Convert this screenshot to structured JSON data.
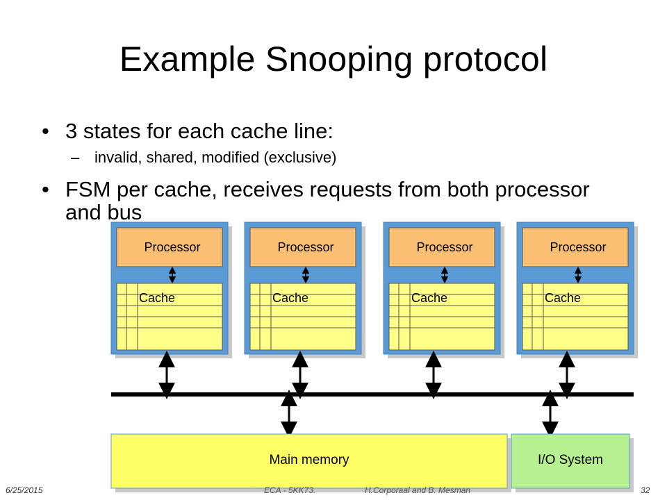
{
  "slide": {
    "title": "Example Snooping protocol",
    "bullets": [
      {
        "text": "3 states for each cache line:",
        "sub": [
          "invalid, shared, modified (exclusive)"
        ]
      },
      {
        "text": "FSM per cache, receives requests from both processor and bus",
        "sub": []
      }
    ],
    "bullet_glyph": "•",
    "sub_bullet_glyph": "–"
  },
  "diagram": {
    "nodes": [
      {
        "processor_label": "Processor",
        "cache_label": "Cache"
      },
      {
        "processor_label": "Processor",
        "cache_label": "Cache"
      },
      {
        "processor_label": "Processor",
        "cache_label": "Cache"
      },
      {
        "processor_label": "Processor",
        "cache_label": "Cache"
      }
    ],
    "main_memory_label": "Main memory",
    "io_system_label": "I/O System",
    "colors": {
      "node_frame": "#5b9bd5",
      "processor": "#fbbf74",
      "cache": "#ffff88",
      "main_memory": "#ffff66",
      "io_system": "#b7f090",
      "shadow": "#c8c8c8"
    }
  },
  "footer": {
    "date": "6/25/2015",
    "course": "ECA - 5KK73.",
    "authors": "H.Corporaal and B. Mesman",
    "page": "32"
  }
}
